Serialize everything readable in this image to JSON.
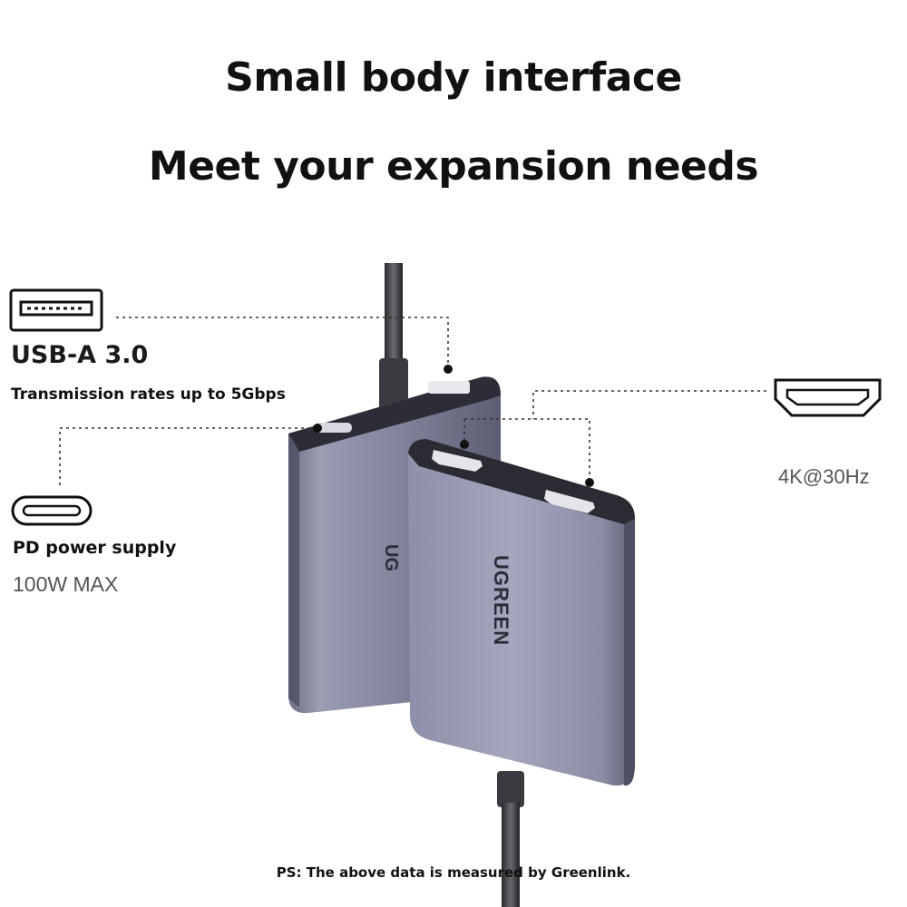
{
  "headline": {
    "line1": "Small body interface",
    "line2": "Meet your expansion needs"
  },
  "features": {
    "usb_a": {
      "icon": "usb-a-port-icon",
      "name": "USB-A 3.0",
      "desc": "Transmission rates up to 5Gbps"
    },
    "usb_c": {
      "icon": "usb-c-port-icon",
      "name": "PD power supply",
      "spec": "100W MAX"
    },
    "hdmi": {
      "icon": "hdmi-port-icon",
      "spec": "4K@30Hz"
    }
  },
  "product": {
    "brand_logo": "UGREEN",
    "body_color": "#8a8ea8"
  },
  "footnote": "PS: The above data is measured by Greenlink."
}
